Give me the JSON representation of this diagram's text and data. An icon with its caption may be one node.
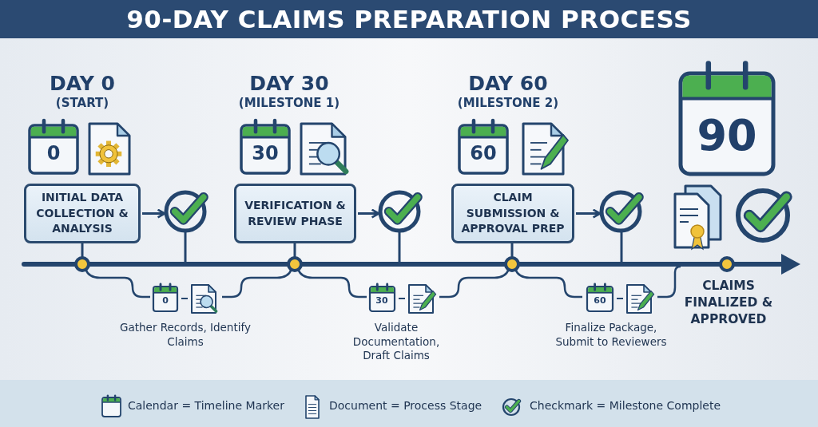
{
  "diagram": {
    "title": "90-DAY CLAIMS PREPARATION PROCESS",
    "nodes": [
      {
        "text": [
          "INITIAL DATA COLLECTION & ANALYSIS"
        ]
      },
      {
        "text": [],
        "shape": "circle"
      },
      {
        "text": [
          "VERIFICATION & REVIEW PHASE"
        ]
      },
      {
        "text": [],
        "shape": "circle"
      },
      {
        "text": [
          "CLAIM SUBMISSION & APPROVAL PREP"
        ]
      },
      {
        "text": [],
        "shape": "circle"
      }
    ],
    "edges": [
      {
        "from": 0,
        "to": 1,
        "arrow": "to"
      },
      {
        "from": 2,
        "to": 3,
        "arrow": "to"
      },
      {
        "from": 4,
        "to": 5,
        "arrow": "to"
      }
    ],
    "labels": [
      "DAY 0",
      "(START)",
      "0",
      "DAY 30",
      "(MILESTONE 1)",
      "30",
      "DAY 60",
      "(MILESTONE 2)",
      "60",
      "90",
      "0",
      "Gather Records, Identify Claims",
      "30",
      "Validate Documentation, Draft Claims",
      "60",
      "Finalize Package, Submit to Reviewers",
      "CLAIMS FINALIZED & APPROVED"
    ],
    "legend": [
      {
        "text": "Calendar = Timeline Marker"
      },
      {
        "text": "Document = Process Stage"
      },
      {
        "text": "Checkmark = Milestone Complete"
      }
    ]
  }
}
